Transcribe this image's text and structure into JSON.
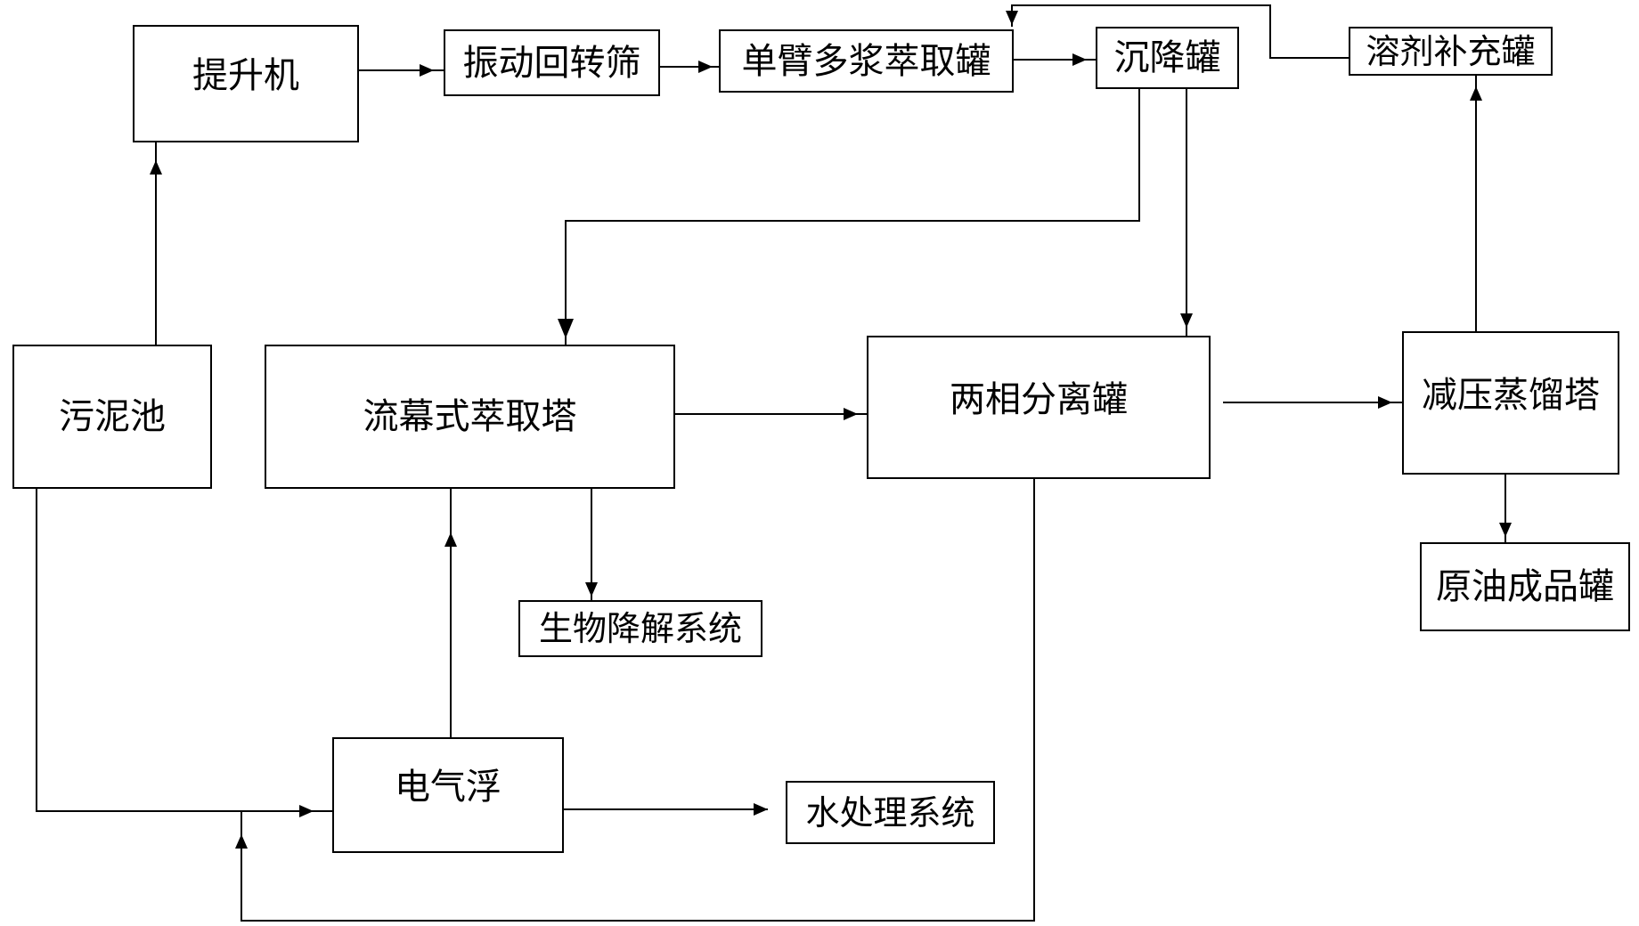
{
  "nodes": {
    "hoist": "提升机",
    "vibrating_screen": "振动回转筛",
    "extraction_tank": "单臂多浆萃取罐",
    "settling_tank": "沉降罐",
    "solvent_tank": "溶剂补充罐",
    "sludge_pool": "污泥池",
    "extraction_tower": "流幕式萃取塔",
    "separation_tank": "两相分离罐",
    "distillation_tower": "减压蒸馏塔",
    "crude_oil_tank": "原油成品罐",
    "biodegradation": "生物降解系统",
    "flotation": "电气浮",
    "water_treatment": "水处理系统"
  }
}
